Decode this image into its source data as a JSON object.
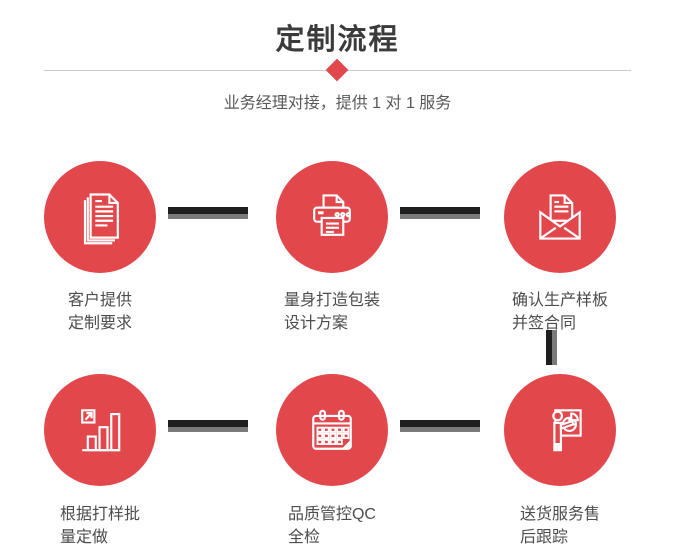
{
  "colors": {
    "accent": "#e2474c",
    "title_text": "#3b3b3b",
    "subtitle_text": "#595959",
    "label_text": "#4d4d4d",
    "divider": "#cccccc",
    "connector_dark": "#1f1f1f",
    "connector_gray": "#7a7a7a",
    "icon_stroke": "#ffffff"
  },
  "header": {
    "title": "定制流程",
    "subtitle": "业务经理对接，提供 1 对 1 服务",
    "divider_icon": "diamond-icon"
  },
  "steps": [
    {
      "icon": "documents-icon",
      "label_line1": "客户提供",
      "label_line2": "定制要求"
    },
    {
      "icon": "printer-icon",
      "label_line1": "量身打造包装",
      "label_line2": "设计方案"
    },
    {
      "icon": "envelope-icon",
      "label_line1": "确认生产样板",
      "label_line2": "并签合同"
    },
    {
      "icon": "bar-chart-icon",
      "label_line1": "根据打样批",
      "label_line2": "量定做"
    },
    {
      "icon": "calendar-icon",
      "label_line1": "品质管控QC",
      "label_line2": "全检"
    },
    {
      "icon": "presentation-icon",
      "label_line1": "送货服务售",
      "label_line2": "后跟踪"
    }
  ]
}
